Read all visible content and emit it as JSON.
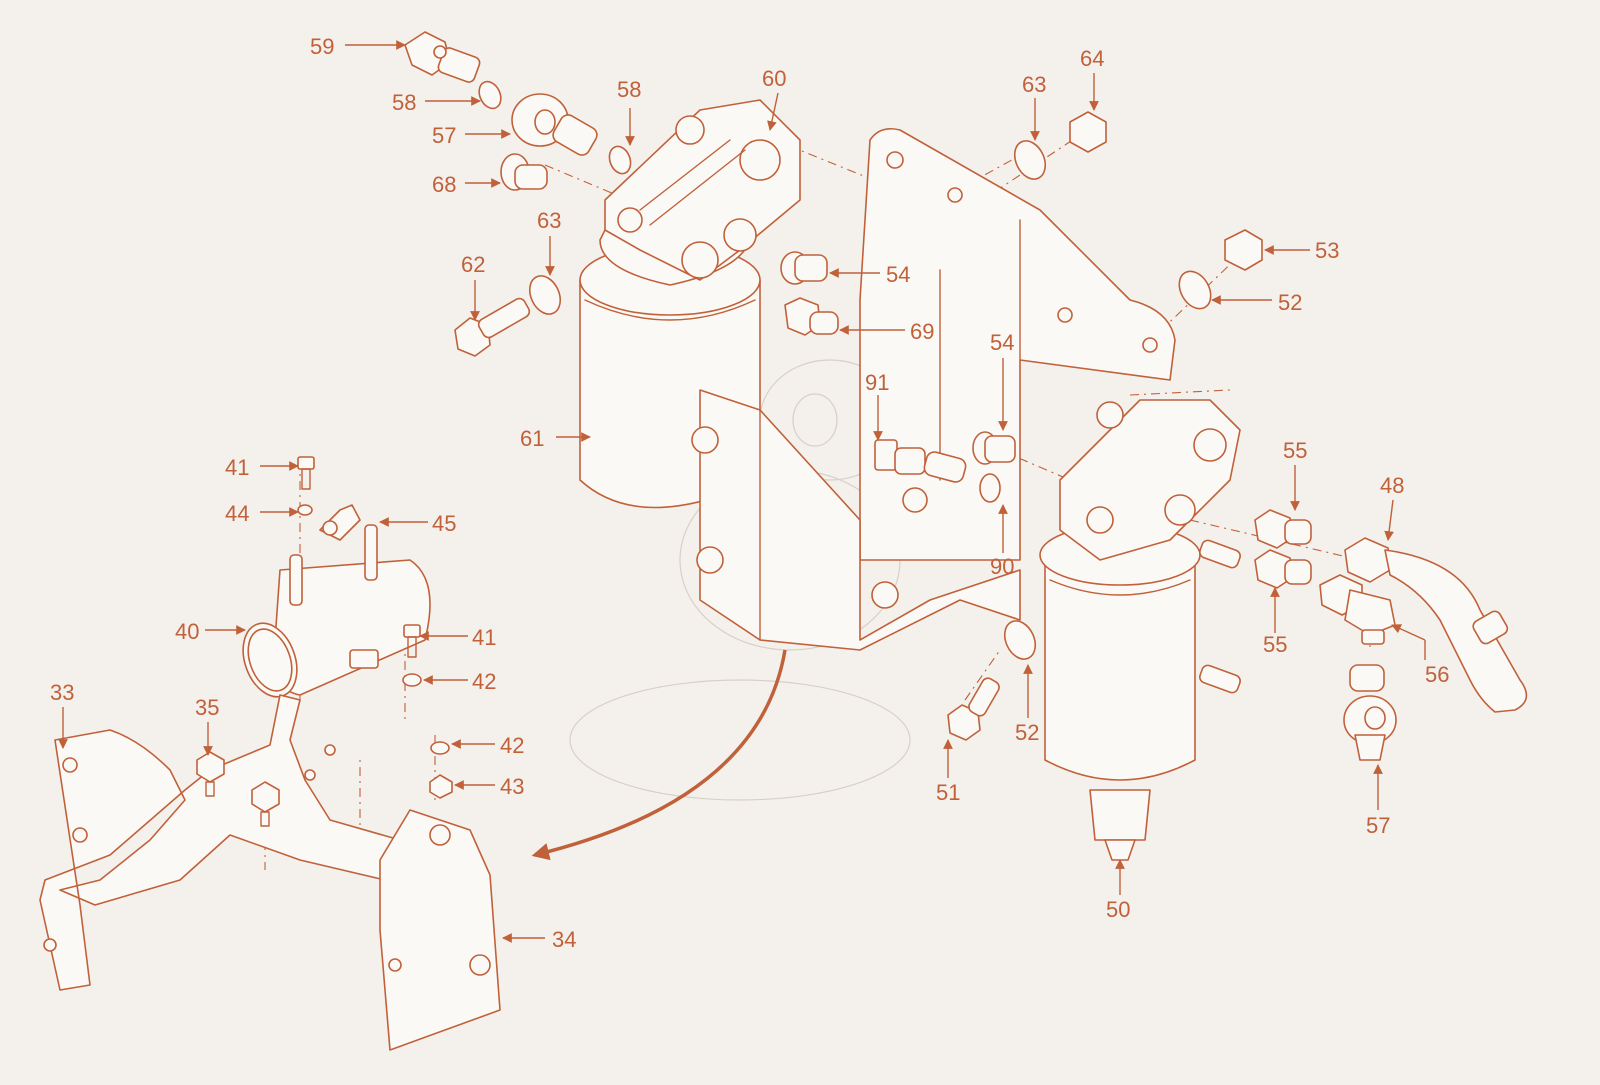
{
  "colors": {
    "background": "#f4f1ed",
    "accent": "#c0613a",
    "part_fill": "#fbf9f6"
  },
  "callouts": [
    "59",
    "58",
    "57",
    "68",
    "58",
    "60",
    "63",
    "64",
    "62",
    "63",
    "61",
    "54",
    "69",
    "53",
    "52",
    "54",
    "91",
    "90",
    "41",
    "44",
    "45",
    "40",
    "41",
    "42",
    "42",
    "43",
    "33",
    "35",
    "34",
    "55",
    "55",
    "48",
    "56",
    "57",
    "52",
    "51",
    "50"
  ]
}
